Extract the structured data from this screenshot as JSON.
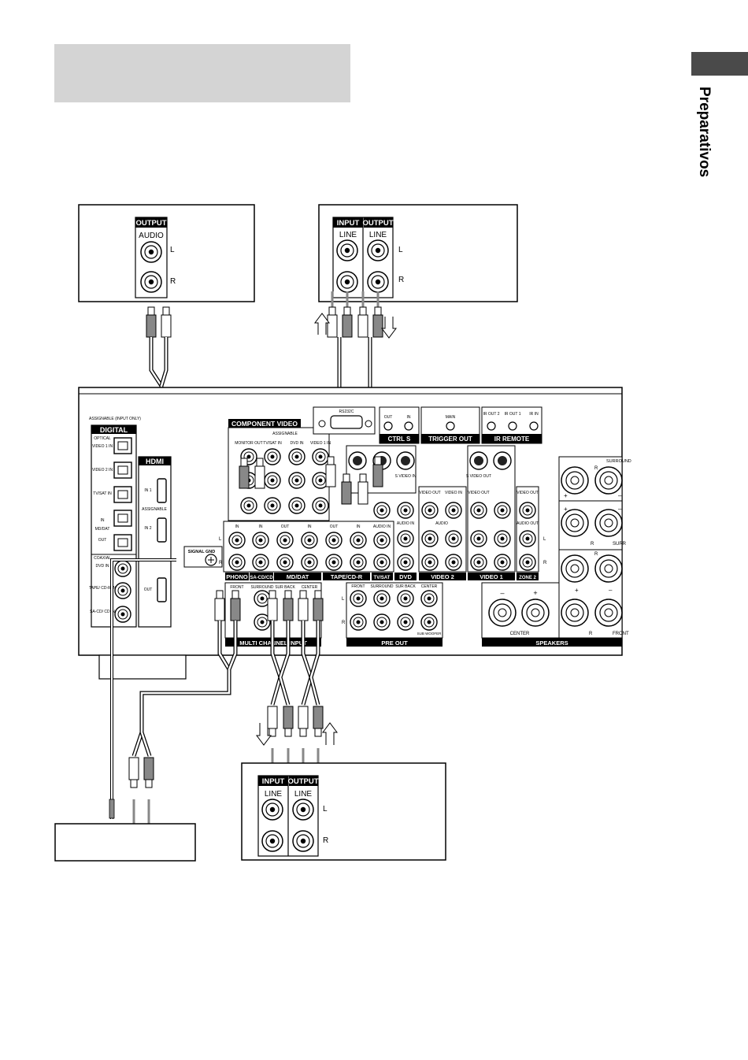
{
  "side_tab": {
    "label": "Preparativos"
  },
  "device_cd": {
    "output_header": "OUTPUT",
    "audio_label": "AUDIO",
    "l": "L",
    "r": "R"
  },
  "device_tape": {
    "input_header": "INPUT",
    "output_header": "OUTPUT",
    "line_in": "LINE",
    "line_out": "LINE",
    "l": "L",
    "r": "R"
  },
  "device_md": {
    "input_header": "INPUT",
    "output_header": "OUTPUT",
    "line_in": "LINE",
    "line_out": "LINE",
    "l": "L",
    "r": "R"
  },
  "receiver": {
    "digital": {
      "header": "DIGITAL",
      "assignable": "ASSIGNABLE (INPUT ONLY)",
      "optical": "OPTICAL",
      "jacks": [
        "VIDEO 1 IN",
        "VIDEO 2 IN",
        "TV/SAT IN",
        "IN",
        "MD/DAT",
        "OUT"
      ],
      "coaxial": "COAXIAL",
      "coax_jacks": [
        "DVD IN",
        "TAPE/ CD-R IN",
        "SA-CD/ CD IN"
      ]
    },
    "hdmi": {
      "header": "HDMI",
      "in1": "IN 1",
      "assignable": "ASSIGNABLE",
      "in2": "IN 2",
      "out": "OUT"
    },
    "signal_gnd": "SIGNAL GND",
    "component_video": "COMPONENT VIDEO",
    "component_cols": [
      "MONITOR OUT",
      "TV/SAT IN",
      "DVD IN",
      "VIDEO 1 IN"
    ],
    "component_assignable": "ASSIGNABLE",
    "rs232c": "RS232C",
    "ctrl_s": {
      "label": "CTRL S",
      "out": "OUT",
      "in": "IN"
    },
    "trigger_out": {
      "label": "TRIGGER OUT",
      "main": "MAIN"
    },
    "ir_remote": {
      "label": "IR REMOTE",
      "jacks": [
        "IR OUT 2",
        "IR OUT 1",
        "IR IN"
      ]
    },
    "bottom_labels": [
      "PHONO",
      "SA-CD/CD",
      "MD/DAT",
      "TAPE/CD-R",
      "TV/SAT",
      "DVD",
      "VIDEO 2",
      "VIDEO 1",
      "ZONE 2"
    ],
    "in_label": "IN",
    "out_label": "OUT",
    "multi_channel_input": "MULTI CHANNEL INPUT",
    "multi_cols": [
      "FRONT",
      "SURROUND",
      "SUR BACK",
      "CENTER"
    ],
    "pre_out": {
      "label": "PRE OUT",
      "cols": [
        "FRONT",
        "SURROUND",
        "SUR BACK",
        "CENTER"
      ],
      "sub": "SUB WOOFER"
    },
    "speakers": {
      "label": "SPEAKERS",
      "center": "CENTER",
      "surround": "SURROUND",
      "surr_short": "SURR",
      "front": "FRONT",
      "plus": "+",
      "minus": "–"
    },
    "video_labels": {
      "s_video_out": "S VIDEO OUT",
      "s_video_in": "S VIDEO IN",
      "video_in": "VIDEO IN",
      "video_out": "VIDEO OUT",
      "audio_in": "AUDIO IN",
      "audio_out": "AUDIO OUT",
      "audio": "AUDIO",
      "l": "L",
      "r": "R"
    }
  },
  "colors": {
    "panel": "#ffffff",
    "line": "#000000",
    "band": "#000000",
    "grey": "#d4d4d4",
    "tab": "#4a4a4a"
  }
}
